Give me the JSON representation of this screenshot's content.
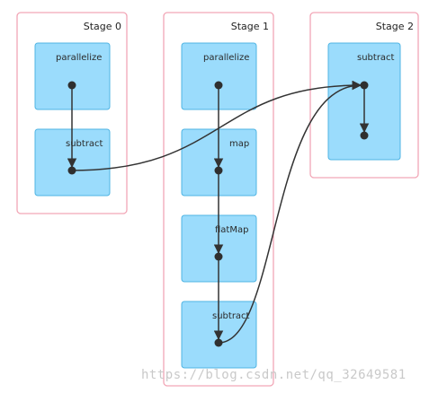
{
  "stages": [
    {
      "title": "Stage 0",
      "ops": [
        "parallelize",
        "subtract"
      ]
    },
    {
      "title": "Stage 1",
      "ops": [
        "parallelize",
        "map",
        "flatMap",
        "subtract"
      ]
    },
    {
      "title": "Stage 2",
      "ops": [
        "subtract"
      ]
    }
  ],
  "watermark": "https://blog.csdn.net/qq_32649581",
  "colors": {
    "stage_border": "#f2a6b6",
    "op_fill": "#9bdcfc",
    "op_border": "#4fb4e3",
    "edge": "#333333"
  }
}
